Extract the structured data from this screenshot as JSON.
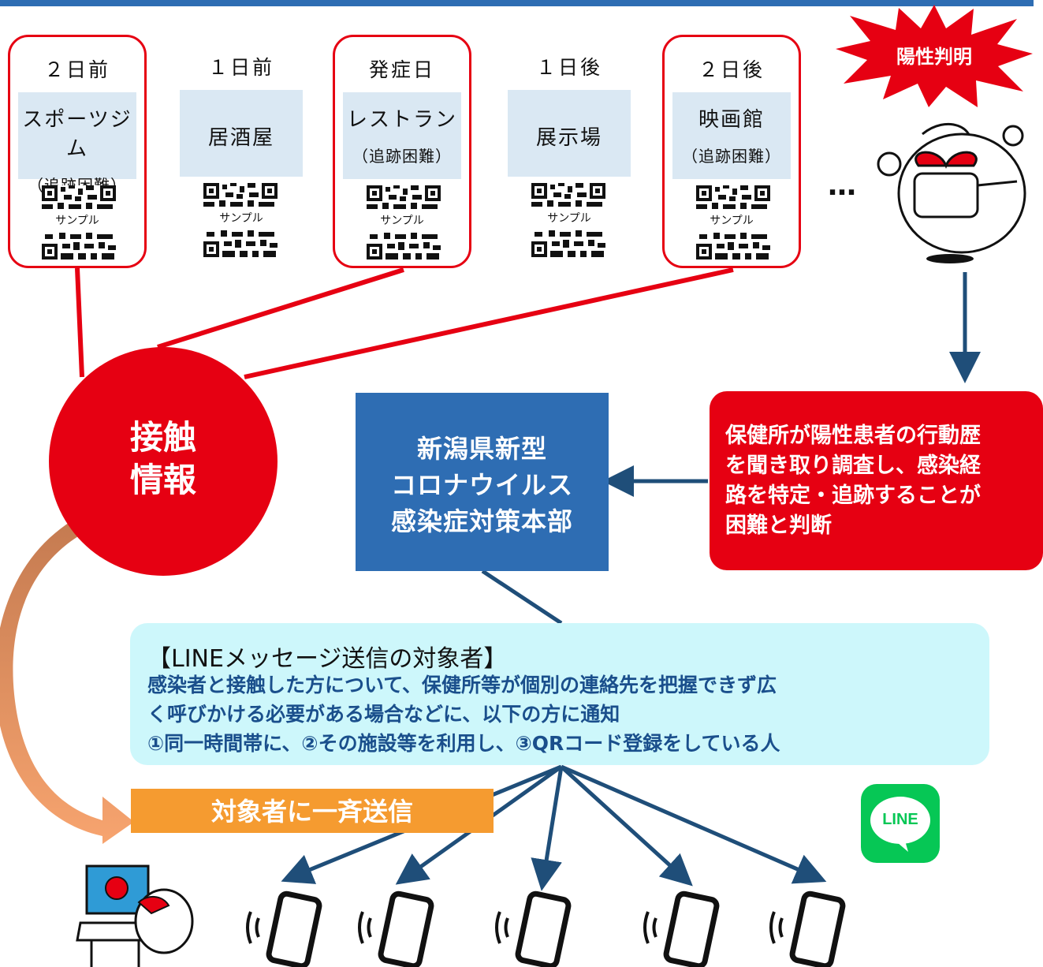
{
  "venues": [
    {
      "day": "２日前",
      "name": "スポーツジム",
      "note": "（追跡困難）",
      "qr_caption": "サンプル"
    },
    {
      "day": "１日前",
      "name": "居酒屋",
      "note": "",
      "qr_caption": "サンプル"
    },
    {
      "day": "発症日",
      "name": "レストラン",
      "note": "（追跡困難）",
      "qr_caption": "サンプル"
    },
    {
      "day": "１日後",
      "name": "展示場",
      "note": "",
      "qr_caption": "サンプル"
    },
    {
      "day": "２日後",
      "name": "映画館",
      "note": "（追跡困難）",
      "qr_caption": "サンプル"
    }
  ],
  "ellipsis": "…",
  "positive_label": "陽性判明",
  "contact_info": {
    "line1": "接触",
    "line2": "情報"
  },
  "headquarters": {
    "line1": "新潟県新型",
    "line2": "コロナウイルス",
    "line3": "感染症対策本部"
  },
  "health_center": {
    "line1": "保健所が陽性患者の行動歴",
    "line2": "を聞き取り調査し、感染経",
    "line3": "路を特定・追跡することが",
    "line4": "困難と判断"
  },
  "target": {
    "title": "【LINEメッセージ送信の対象者】",
    "line1": "感染者と接触した方について、保健所等が個別の連絡先を把握できず広",
    "line2": "く呼びかける必要がある場合などに、以下の方に通知",
    "line3": "①同一時間帯に、②その施設等を利用し、③QRコード登録をしている人"
  },
  "send_label": "対象者に一斉送信",
  "line_logo_text": "LINE",
  "colors": {
    "red": "#e60012",
    "blue": "#2e6db3",
    "light_blue": "#dae8f3",
    "cyan": "#cdf7fb",
    "orange": "#f59b30",
    "line_green": "#06c755"
  },
  "icons": [
    "qr-code-icon",
    "burst-icon",
    "mascot-icon",
    "line-logo-icon",
    "computer-user-icon",
    "smartphone-icon"
  ]
}
